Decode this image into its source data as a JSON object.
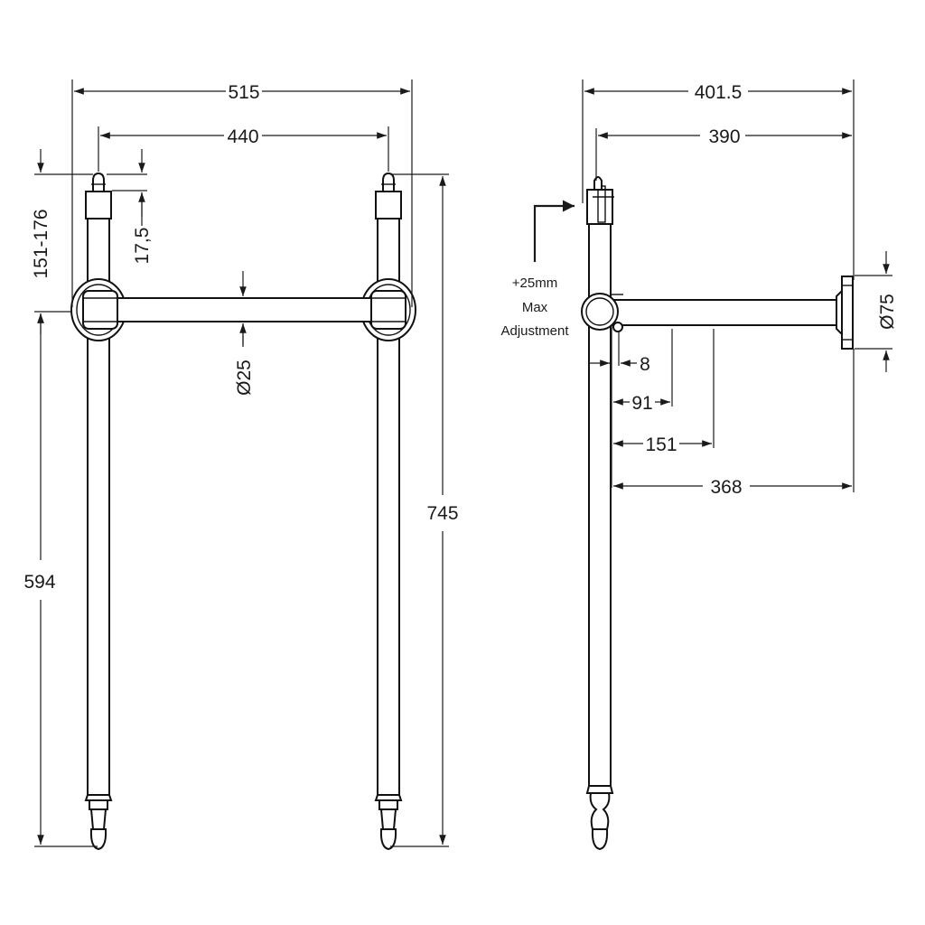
{
  "front_view": {
    "overall_width": "515",
    "leg_centres": "440",
    "height_adjust_range": "151-176",
    "cap_height": "17,5",
    "rail_diameter": "Ø25",
    "lower_height": "594",
    "total_height": "745"
  },
  "side_view": {
    "overall_depth": "401.5",
    "depth_to_cap": "390",
    "wall_plate_diameter": "Ø75",
    "offset_8": "8",
    "offset_91": "91",
    "offset_151": "151",
    "projection": "368",
    "adjustment_note": [
      "+25mm",
      "Max",
      "Adjustment"
    ]
  }
}
